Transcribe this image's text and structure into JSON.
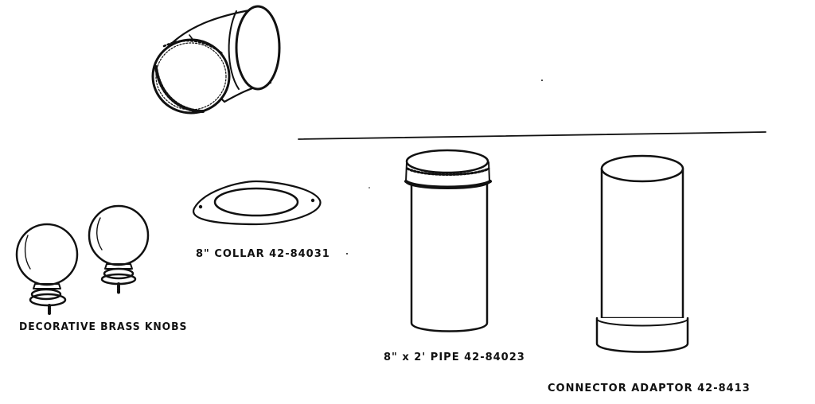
{
  "labels": {
    "knobs": "DECORATIVE BRASS KNOBS",
    "collar": "8\" COLLAR 42-84031",
    "pipe": "8\" x 2' PIPE 42-84023",
    "adaptor": "CONNECTOR ADAPTOR 42-8413"
  },
  "colors": {
    "ink": "#111111",
    "background": "#ffffff"
  }
}
